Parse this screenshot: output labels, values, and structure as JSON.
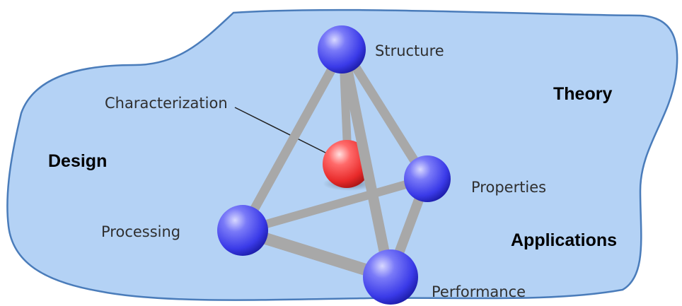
{
  "colors": {
    "region_fill": "#b4d2f5",
    "region_stroke": "#4a7cba",
    "node_blue": "#4c4cf0",
    "node_red": "#f03030",
    "rod": "#a8a8a8"
  },
  "nodes": {
    "structure": "Structure",
    "characterization": "Characterization",
    "properties": "Properties",
    "processing": "Processing",
    "performance": "Performance"
  },
  "regions": {
    "theory": "Theory",
    "design": "Design",
    "applications": "Applications"
  }
}
